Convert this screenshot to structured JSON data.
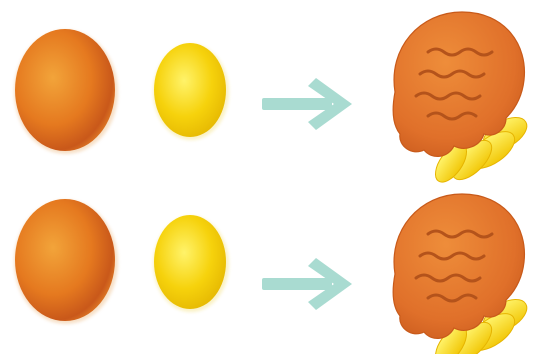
{
  "diagram": {
    "rows": [
      {
        "left_shape": "large-orange-oval",
        "middle_shape": "small-yellow-oval",
        "connector": "arrow-right-icon",
        "result_shape": "orange-shell-with-yellow-fingers"
      },
      {
        "left_shape": "large-orange-oval",
        "middle_shape": "small-yellow-oval",
        "connector": "arrow-right-icon",
        "result_shape": "orange-shell-with-yellow-fingers"
      }
    ],
    "colors": {
      "orange": "#e5791f",
      "orange_dark": "#c9581a",
      "yellow": "#f6d20c",
      "yellow_light": "#fff36a",
      "arrow": "#a9dbd1",
      "wave": "#b4531b",
      "background": "#ffffff"
    }
  }
}
